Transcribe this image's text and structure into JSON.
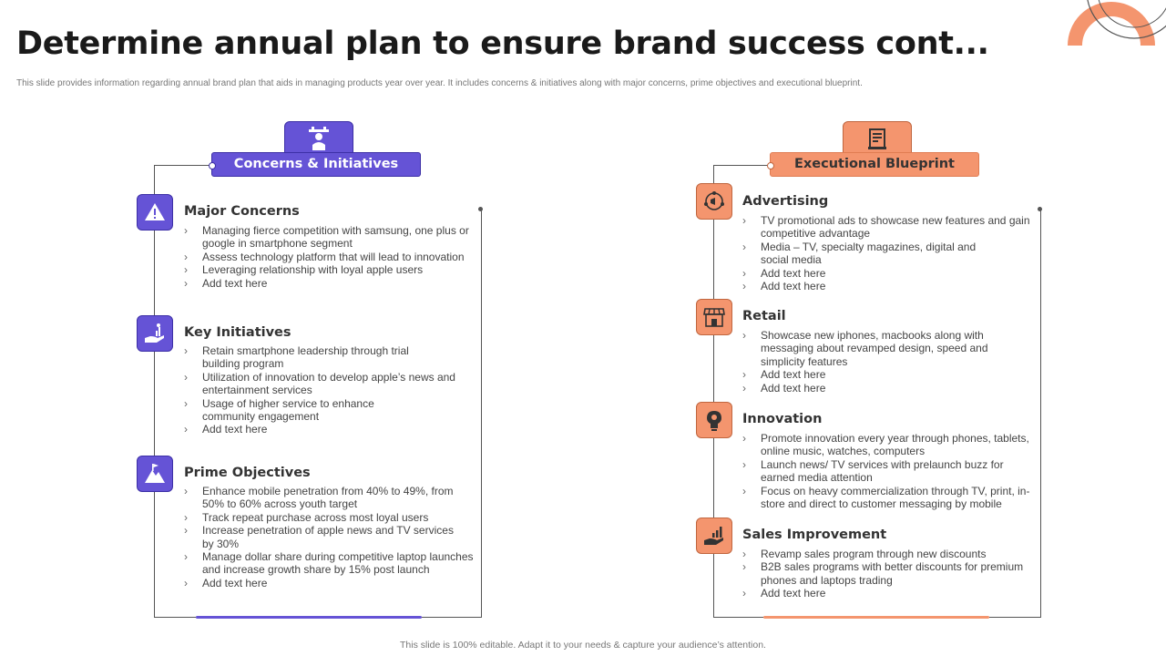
{
  "title": "Determine annual plan to ensure brand success cont...",
  "subtitle": "This slide provides information regarding annual brand plan that aids in managing products year over year. It includes concerns & initiatives along with major concerns, prime objectives and executional blueprint.",
  "footer": "This slide is 100% editable. Adapt it to your needs & capture your audience’s attention.",
  "colors": {
    "purple": "#6553d6",
    "orange": "#f4956e",
    "line": "#555555"
  },
  "left_panel": {
    "banner": "Concerns & Initiatives",
    "tab_icon": "strategy-person-icon",
    "sections": [
      {
        "heading": "Major Concerns",
        "icon": "warning-triangle-icon",
        "bullets": [
          "Managing fierce competition with samsung, one plus or google in smartphone segment",
          "Assess technology platform that will lead to innovation",
          "Leveraging relationship with loyal apple users",
          "Add text here"
        ]
      },
      {
        "heading": "Key Initiatives",
        "icon": "hand-growth-icon",
        "bullets": [
          "Retain smartphone leadership through trial building program",
          "Utilization of innovation to develop apple’s news and entertainment services",
          "Usage of higher service to enhance community engagement",
          "Add text here"
        ]
      },
      {
        "heading": "Prime Objectives",
        "icon": "mountain-flag-icon",
        "bullets": [
          "Enhance mobile penetration from 40% to 49%, from 50% to 60% across youth target",
          "Track repeat purchase across most loyal users",
          "Increase penetration of apple news and TV services by 30%",
          "Manage dollar share during competitive laptop launches and increase growth share by 15% post launch",
          "Add text here"
        ]
      }
    ]
  },
  "right_panel": {
    "banner": "Executional Blueprint",
    "tab_icon": "document-scroll-icon",
    "sections": [
      {
        "heading": "Advertising",
        "icon": "megaphone-network-icon",
        "bullets": [
          "TV promotional ads to showcase new features and gain competitive advantage",
          "Media – TV, specialty magazines, digital and social media",
          "Add text here",
          "Add text here"
        ]
      },
      {
        "heading": "Retail",
        "icon": "store-icon",
        "bullets": [
          "Showcase new iphones, macbooks along with messaging about revamped design, speed and simplicity features",
          "Add text here",
          "Add text here"
        ]
      },
      {
        "heading": "Innovation",
        "icon": "lightbulb-head-icon",
        "bullets": [
          "Promote innovation every year through phones, tablets, online music, watches, computers",
          "Launch news/ TV services with prelaunch buzz for earned media attention",
          "Focus on heavy commercialization through TV, print, in-store and direct to customer messaging by mobile"
        ]
      },
      {
        "heading": "Sales Improvement",
        "icon": "hand-chart-icon",
        "bullets": [
          "Revamp sales program through new discounts",
          "B2B sales programs with better discounts for premium phones and laptops trading",
          "Add text here"
        ]
      }
    ]
  }
}
